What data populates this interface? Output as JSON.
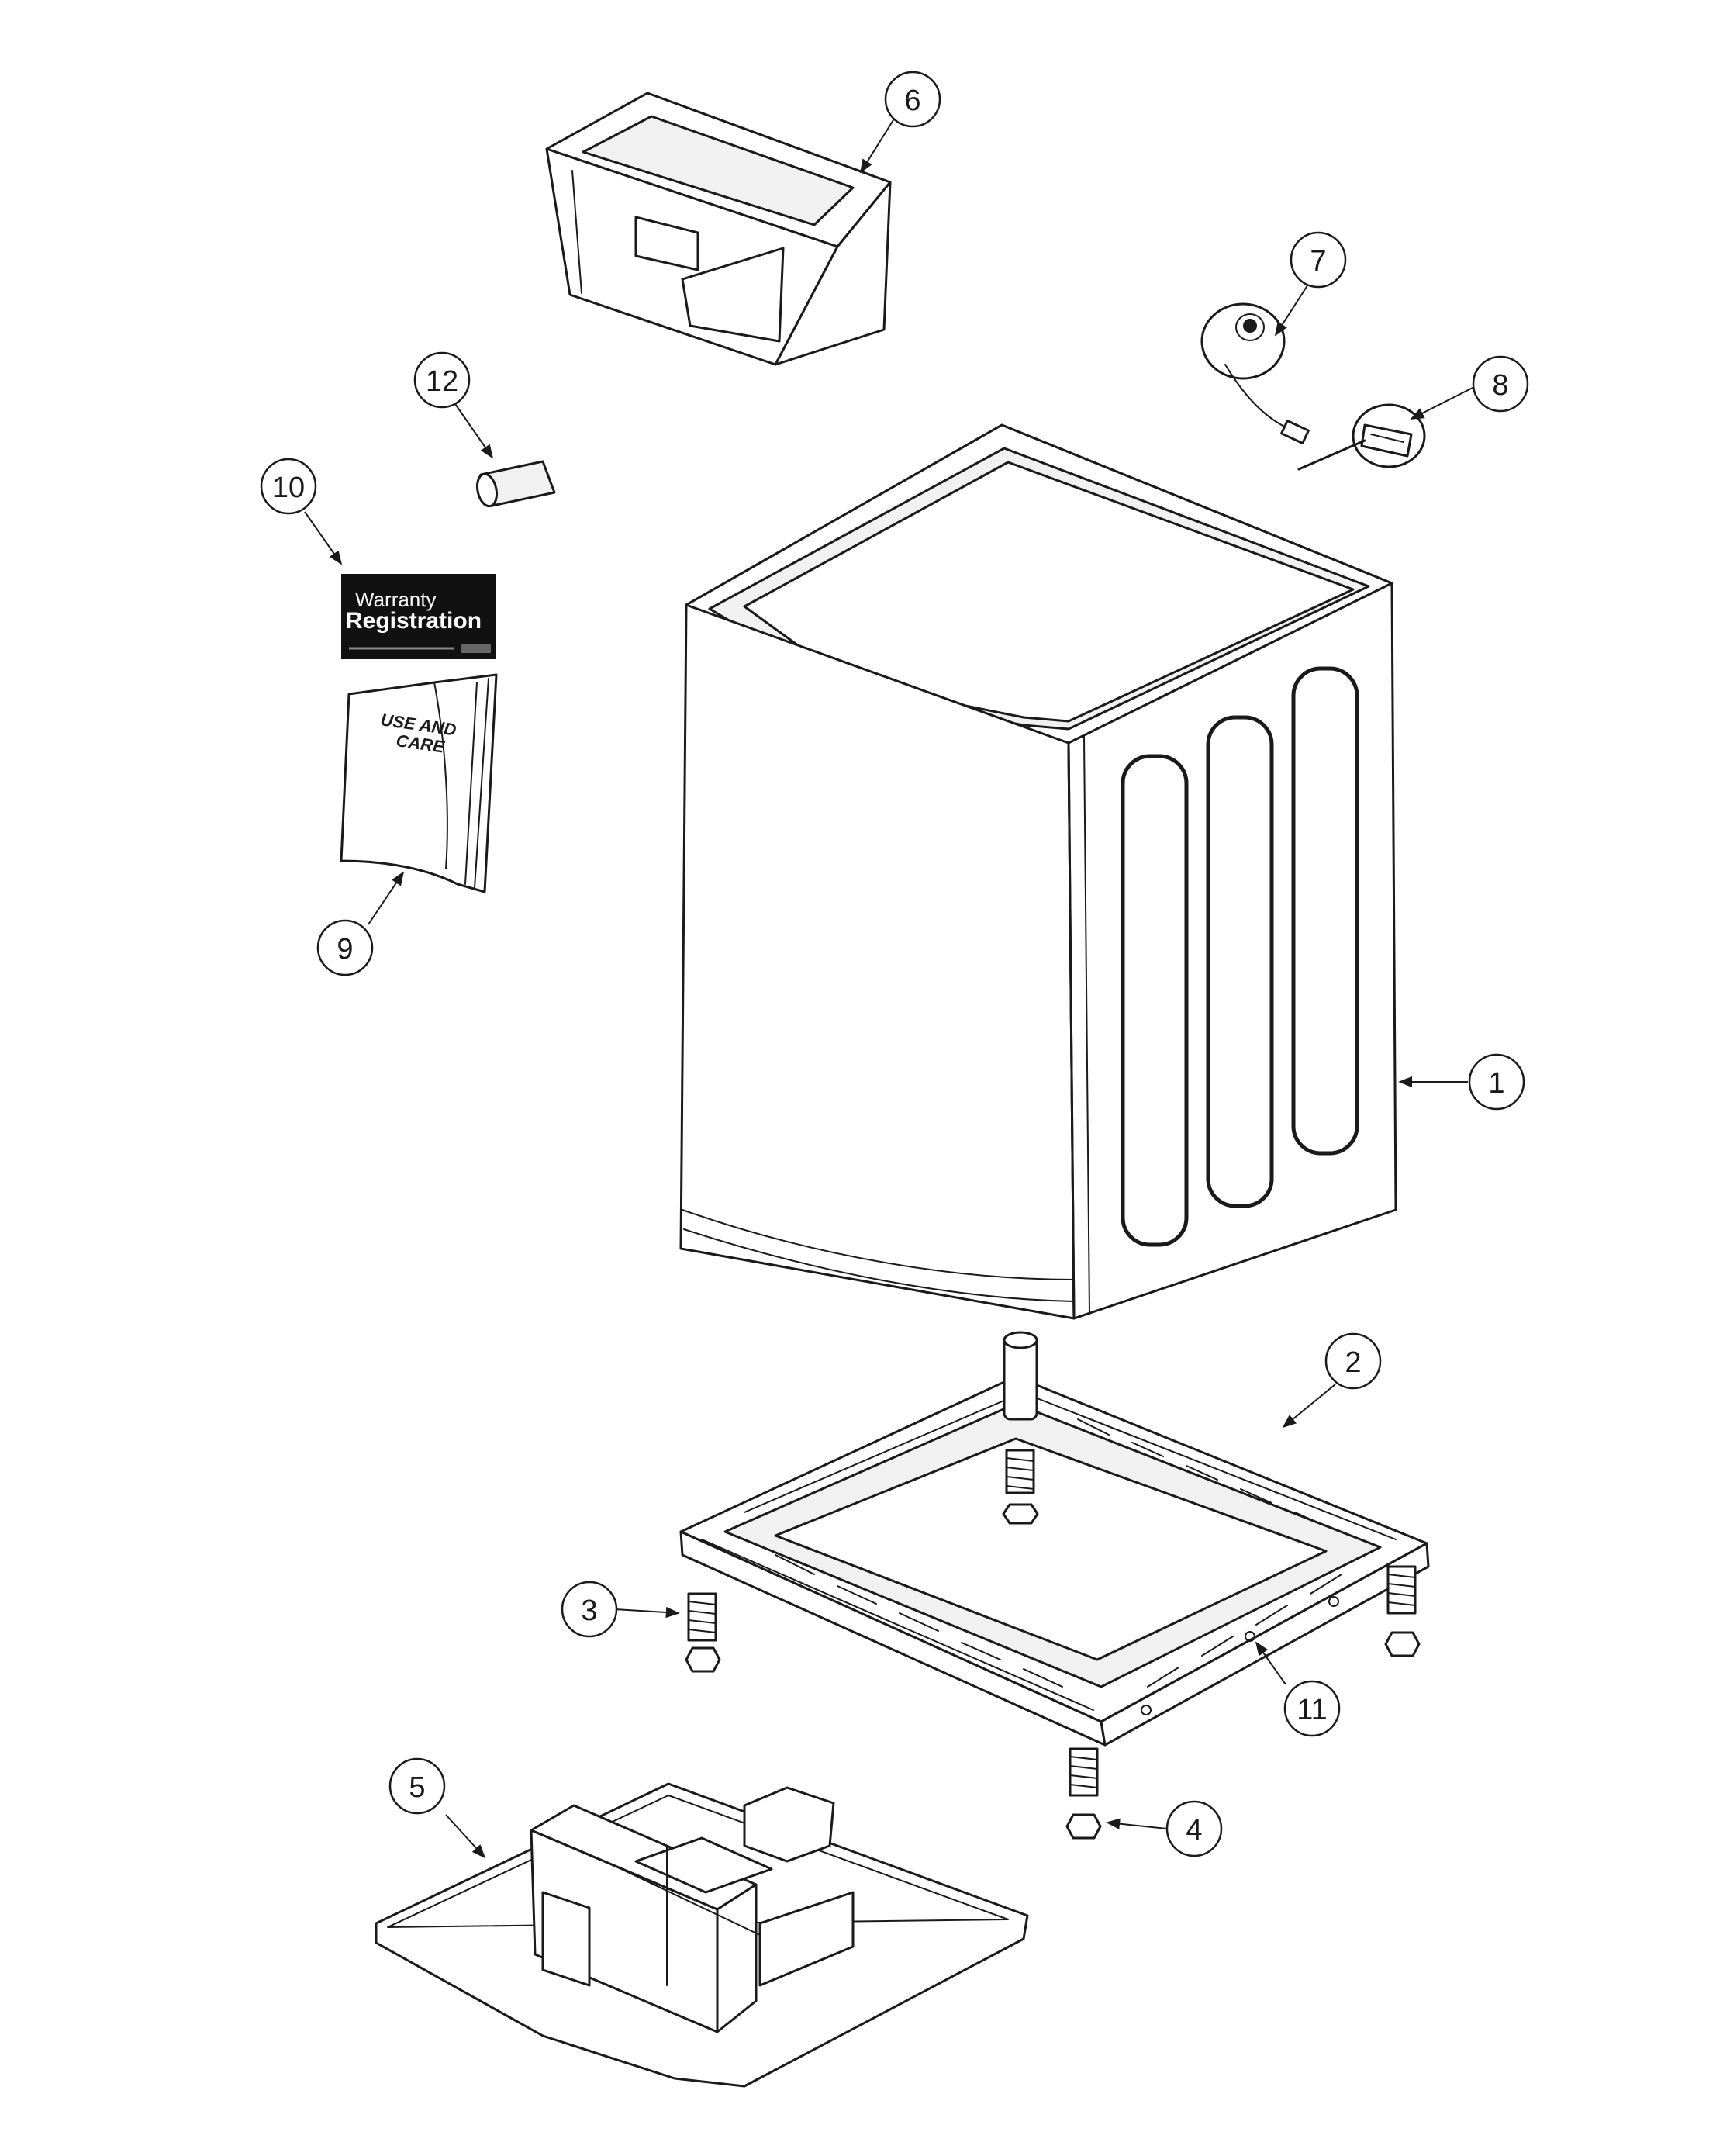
{
  "callouts": [
    "1",
    "2",
    "3",
    "4",
    "5",
    "6",
    "7",
    "8",
    "9",
    "10",
    "11",
    "12"
  ],
  "warranty_card": {
    "line1": "Warranty",
    "line2": "Registration"
  },
  "manual": {
    "line1": "USE AND",
    "line2": "CARE"
  }
}
